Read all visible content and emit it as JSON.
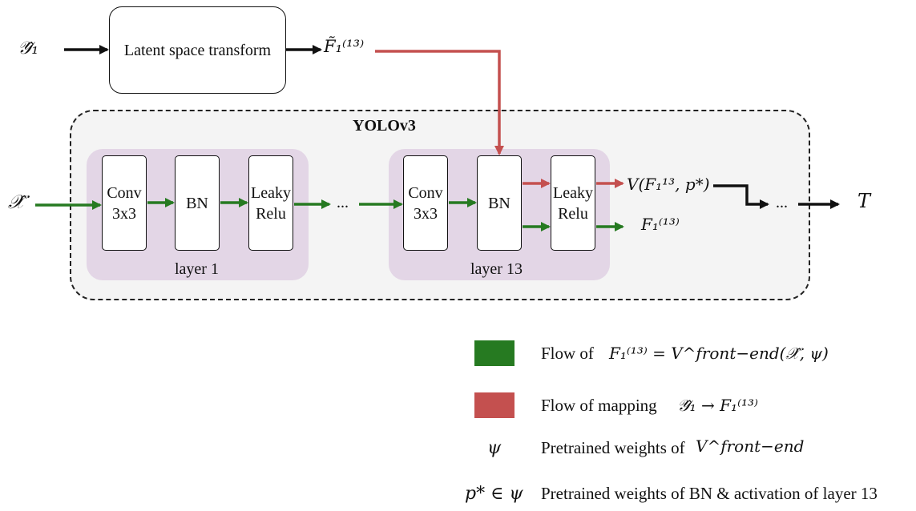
{
  "top": {
    "input_label": "𝒴̂₁",
    "transform_box": "Latent space transform",
    "output_label": "F̃₁⁽¹³⁾"
  },
  "network": {
    "title": "YOLOv3",
    "input_label": "𝒳̂",
    "layer1": {
      "label": "layer 1",
      "conv": "Conv\n3x3",
      "bn": "BN",
      "relu": "Leaky\nRelu"
    },
    "layer13": {
      "label": "layer 13",
      "conv": "Conv\n3x3",
      "bn": "BN",
      "relu": "Leaky\nRelu"
    },
    "ellipsis_mid": "...",
    "ellipsis_end": "...",
    "v_output": "V(F₁¹³, p*)",
    "f_output": "F₁⁽¹³⁾",
    "final_output": "T"
  },
  "legend": {
    "green": {
      "text": "Flow of",
      "formula": "F₁⁽¹³⁾ = V^front−end(𝒳̂, ψ)",
      "color": "#267a21"
    },
    "red": {
      "text": "Flow of mapping",
      "formula": "𝒴̂₁ → F₁⁽¹³⁾",
      "color": "#c4504f"
    },
    "psi": {
      "symbol": "ψ",
      "text": "Pretrained weights of",
      "formula": "V^front−end"
    },
    "pstar": {
      "symbol": "p* ∈ ψ",
      "text": "Pretrained weights of BN & activation of layer 13"
    }
  }
}
